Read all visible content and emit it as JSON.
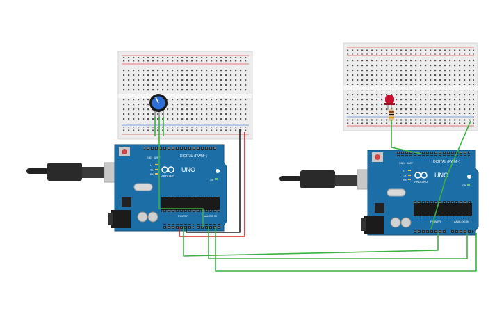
{
  "circuit": {
    "boards": [
      {
        "id": "board-1",
        "brand": "ARDUINO",
        "model": "UNO",
        "digital_label": "DIGITAL (PWM~)",
        "power_label": "POWER",
        "analog_label": "ANALOG IN",
        "aref_label": "AREF",
        "gnd_label": "GND",
        "tx_label": "TX",
        "rx_label": "RX",
        "l_label": "L",
        "on_label": "ON"
      },
      {
        "id": "board-2",
        "brand": "ARDUINO",
        "model": "UNO",
        "digital_label": "DIGITAL (PWM~)",
        "power_label": "POWER",
        "analog_label": "ANALOG IN",
        "aref_label": "AREF",
        "gnd_label": "GND",
        "tx_label": "TX",
        "rx_label": "RX",
        "l_label": "L",
        "on_label": "ON"
      }
    ],
    "components": [
      {
        "name": "potentiometer",
        "icon": "potentiometer-icon"
      },
      {
        "name": "led",
        "icon": "led-icon",
        "color": "#c8102e"
      },
      {
        "name": "resistor",
        "icon": "resistor-icon"
      }
    ],
    "colors": {
      "board": "#1c6fa6",
      "board_dark": "#0f4f7a",
      "breadboard": "#ececec",
      "rail_red": "#e05555",
      "rail_blue": "#5b8fd6",
      "wire_green": "#3cb043",
      "wire_red": "#d62020",
      "wire_black": "#222222",
      "usb_gray": "#c8c8c8"
    }
  }
}
